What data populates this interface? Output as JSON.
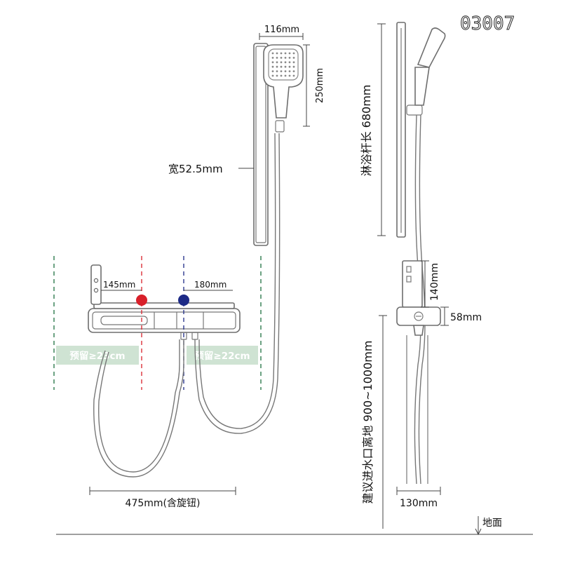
{
  "code": "03007",
  "dims": {
    "head_width": "116mm",
    "head_height": "250mm",
    "bar_width": "宽52.5mm",
    "bar_length": "淋浴杆长 680mm",
    "left_spacing": "145mm",
    "right_spacing": "180mm",
    "reserve_left": "预留≥23cm",
    "reserve_right": "预留≥22cm",
    "bracket_height": "140mm",
    "holder_height": "58mm",
    "inlet_height": "建议进水口离地 900~1000mm",
    "total_width": "475mm(含旋钮)",
    "base_width": "130mm",
    "ground": "地面"
  },
  "colors": {
    "hot": "#d8202a",
    "cold": "#1d2a86",
    "guide": "#2e7a4e",
    "label_bg": "#cfe3d3",
    "label_text": "#ffffff"
  }
}
